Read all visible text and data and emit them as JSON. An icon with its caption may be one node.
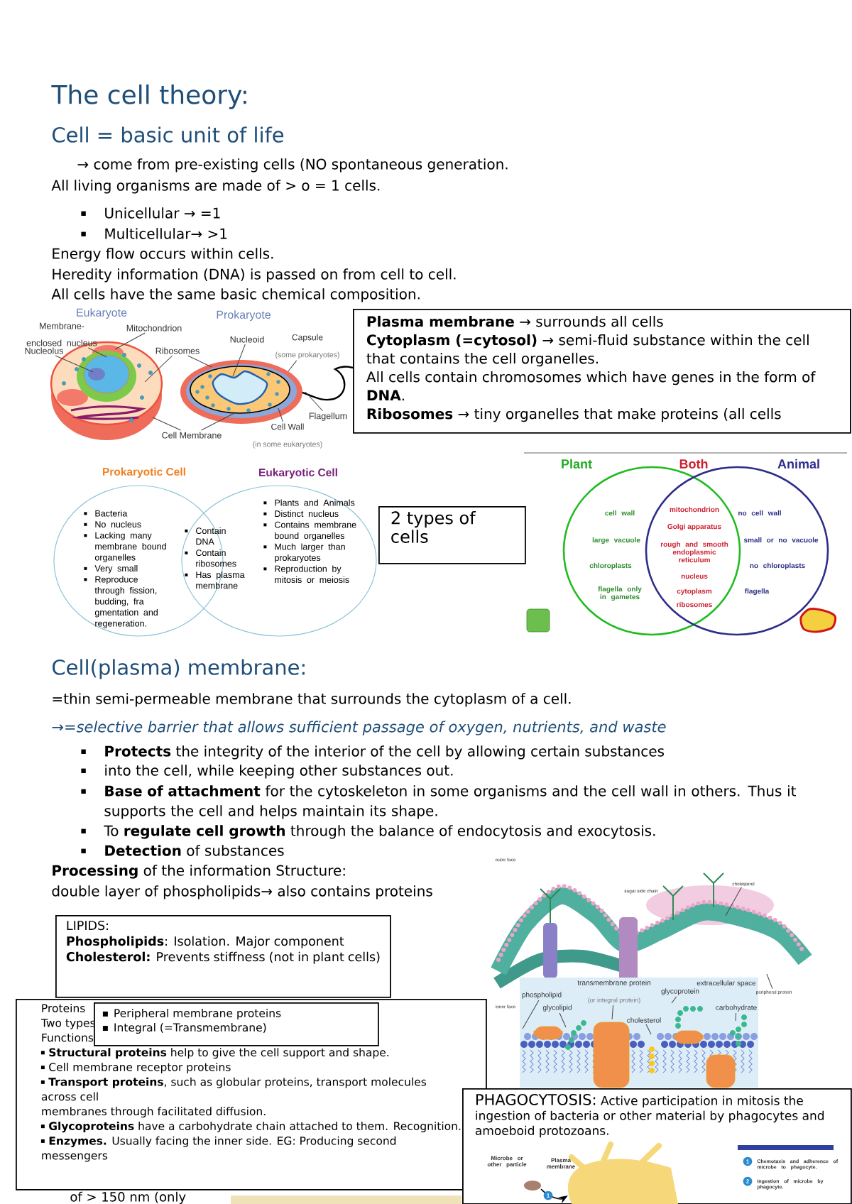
{
  "diagram": {
    "title": "The cell theory:",
    "nodes": [
      {
        "text": [
          "**Plasma membrane** → surrounds all cells",
          "**Cytoplasm (=cytosol)** → semi-fluid substance within the cell that contains the cell organelles.",
          "All cells contain chromosomes which have genes in the form of **DNA**.",
          "**Ribosomes** → tiny organelles that make proteins (all cells"
        ]
      },
      {
        "text": [
          "2 types of cells"
        ]
      },
      {
        "text": [
          "Prokaryotic Cell",
          "Bacteria",
          "No nucleus",
          "Lacking many membrane bound organelles",
          "Very small",
          "Reproduce through fission, budding, fra gmentation and regeneration."
        ]
      },
      {
        "text": [
          "Eukaryotic Cell",
          "Plants and Animals",
          "Distinct nucleus",
          "Contains membrane bound organelles",
          "Much larger than prokaryotes",
          "Reproduction by mitosis or meiosis"
        ]
      },
      {
        "text": [
          "Plant",
          "cell wall",
          "large vacuole",
          "chloroplasts",
          "flagella only in gametes"
        ]
      },
      {
        "text": [
          "Animal",
          "no cell wall",
          "small or no vacuole",
          "no chloroplasts",
          "flagella"
        ]
      },
      {
        "text": [
          "LIPIDS:",
          "**Phospholipids**: Isolation. Major component",
          "**Cholesterol:** Prevents stiffness (not in plant cells)"
        ]
      },
      {
        "text": [
          "Proteins",
          "Two types",
          "Functions",
          "**Structural proteins** help to give the cell support and shape.",
          "Cell membrane receptor proteins",
          "**Transport proteins**, such as globular proteins, transport molecules across cell",
          "membranes through facilitated diffusion.",
          "**Glycoproteins** have a carbohydrate chain attached to them. Recognition.",
          "**Enzymes.** Usually facing the inner side. EG: Producing second messengers"
        ]
      },
      {
        "text": [
          "Peripheral membrane proteins",
          "Integral (=Transmembrane)"
        ],
        "in": 7
      },
      {
        "text": [
          "PHAGOCYTOSIS:",
          "Active participation in mitosis the ingestion of bacteria or other material by phagocytes and amoeboid protozoans."
        ]
      },
      {
        "text": [
          "Membrane- enclosed nucleus"
        ]
      },
      {
        "text": [
          "Mitochondrion"
        ]
      },
      {
        "text": [
          "Nucleolus"
        ]
      },
      {
        "text": [
          "Ribosomes"
        ]
      },
      {
        "text": [
          "Nucleoid"
        ]
      },
      {
        "text": [
          "Capsule",
          "(some prokaryotes)"
        ]
      },
      {
        "text": [
          "Flagellum"
        ]
      },
      {
        "text": [
          "Cell Membrane"
        ]
      },
      {
        "text": [
          "Cell Wall",
          "(in some eukaryotes)"
        ]
      },
      {
        "text": [
          "phospholipid"
        ],
        "in": 30
      },
      {
        "text": [
          "glycolipid"
        ],
        "in": 30
      },
      {
        "text": [
          "transmembrane protein",
          "(or integral protein)"
        ],
        "in": 30
      },
      {
        "text": [
          "glycoprotein"
        ],
        "in": 30
      },
      {
        "text": [
          "cholesterol"
        ],
        "in": 30
      },
      {
        "text": [
          "carbohydrate"
        ],
        "in": 30
      },
      {
        "text": [
          "cholesterol"
        ],
        "in": 29
      },
      {
        "text": [
          "peripheral protein"
        ]
      },
      {
        "text": [],
        "shape": "picture"
      },
      {
        "text": [],
        "shape": "picture"
      },
      {
        "text": [],
        "shape": "picture"
      },
      {
        "text": [],
        "shape": "picture"
      }
    ],
    "edges": [
      {
        "from": 10,
        "to": 27,
        "arrow": "none"
      },
      {
        "from": 11,
        "to": 27,
        "arrow": "none"
      },
      {
        "from": 12,
        "to": 27,
        "arrow": "none"
      },
      {
        "from": 13,
        "to": 27,
        "arrow": "none"
      },
      {
        "from": 13,
        "to": 28,
        "arrow": "none"
      },
      {
        "from": 14,
        "to": 28,
        "arrow": "none"
      },
      {
        "from": 15,
        "to": 28,
        "arrow": "none"
      },
      {
        "from": 16,
        "to": 28,
        "arrow": "none"
      },
      {
        "from": 17,
        "to": 27,
        "arrow": "none"
      },
      {
        "from": 17,
        "to": 28,
        "arrow": "none"
      },
      {
        "from": 18,
        "to": 28,
        "arrow": "none"
      },
      {
        "from": 19,
        "to": 30,
        "arrow": "none"
      },
      {
        "from": 20,
        "to": 30,
        "arrow": "none"
      },
      {
        "from": 21,
        "to": 30,
        "arrow": "none"
      },
      {
        "from": 22,
        "to": 30,
        "arrow": "none"
      },
      {
        "from": 23,
        "to": 30,
        "arrow": "none"
      },
      {
        "from": 24,
        "to": 30,
        "arrow": "none"
      },
      {
        "from": 25,
        "to": 29,
        "arrow": "none"
      },
      {
        "from": 26,
        "to": 29,
        "arrow": "none"
      }
    ],
    "labels": [
      "Cell = basic unit of life",
      "→ come from pre-existing cells (NO spontaneous generation.",
      "All living organisms are made of > o = 1 cells.",
      "Unicellular → =1",
      "Multicellular→ >1",
      "Energy flow occurs within cells.",
      "Heredity information (DNA) is passed on from cell to cell.",
      "All cells have the same basic chemical composition.",
      "Eukaryote",
      "Prokaryote",
      "Contain DNA",
      "Contain ribosomes",
      "Has plasma membrane",
      "Both",
      "mitochondrion",
      "Golgi apparatus",
      "rough and smooth endoplasmic reticulum",
      "nucleus",
      "cytoplasm",
      "ribosomes",
      "Cell(plasma) membrane:",
      "=thin semi-permeable membrane that surrounds the cytoplasm of a cell.",
      "→=selective barrier that allows sufficient passage of oxygen, nutrients, and waste",
      "**Protects** the integrity of the interior of the cell by allowing certain substances",
      "into the cell, while keeping other substances out.",
      "**Base of attachment** for the cytoskeleton in some organisms and the cell wall in others. Thus it supports the cell and helps maintain its shape.",
      "To **regulate cell growth** through the balance of endocytosis and exocytosis.",
      "**Detection** of substances",
      "**Processing** of the information Structure:",
      "double layer of phospholipids→ also contains proteins",
      "outer face",
      "sugar side chain",
      "extracellular space",
      "inner face",
      "Microbe or other particle",
      "Plasma membrane",
      "1",
      "1",
      "Chemotaxis and adherence of microbe to phagocyte.",
      "2",
      "Ingestion of microbe by phagocyte.",
      "of > 150 nm (only"
    ]
  }
}
